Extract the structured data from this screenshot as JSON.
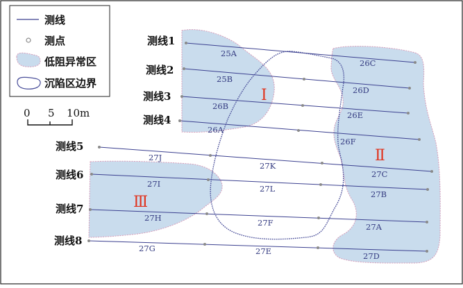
{
  "legend": {
    "line_label": "测线",
    "point_label": "测点",
    "anomaly_label": "低阻异常区",
    "boundary_label": "沉陷区边界"
  },
  "scale": {
    "tick_0": "0",
    "tick_5": "5",
    "tick_10": "10",
    "unit": "m"
  },
  "lines": [
    {
      "label": "测线1"
    },
    {
      "label": "测线2"
    },
    {
      "label": "测线3"
    },
    {
      "label": "测线4"
    },
    {
      "label": "测线5"
    },
    {
      "label": "测线6"
    },
    {
      "label": "测线7"
    },
    {
      "label": "测线8"
    }
  ],
  "region_labels": [
    "Ⅰ",
    "Ⅱ",
    "Ⅲ"
  ],
  "segment_labels": [
    "25A",
    "25B",
    "26B",
    "26A",
    "26C",
    "26D",
    "26E",
    "26F",
    "27J",
    "27K",
    "27C",
    "27I",
    "27L",
    "27B",
    "27H",
    "27F",
    "27A",
    "27G",
    "27E",
    "27D"
  ],
  "colors": {
    "line": "#3a3f8f",
    "anomaly_fill": "#c9dced",
    "anomaly_edge": "#d79bb8",
    "boundary": "#4a4f9a",
    "point": "#8a8a8a",
    "region_label": "#e0341f",
    "text": "#111111",
    "segment_text": "#333a80"
  }
}
